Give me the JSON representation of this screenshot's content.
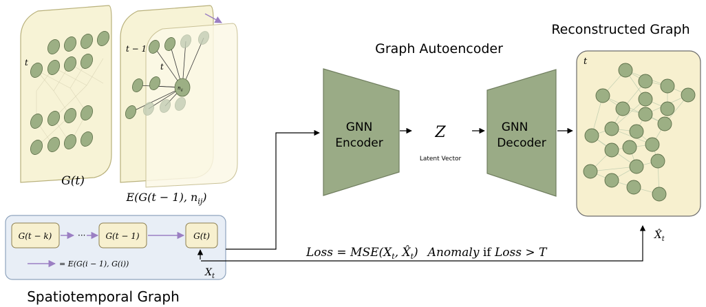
{
  "left_panel": {
    "frame_t_label": "t",
    "frame_t_caption": "G(t)",
    "frame_tm1_label": "t − 1",
    "frame_tm1_inner_label": "t",
    "node_label": "n",
    "node_label_sub": "ij",
    "frame_tm1_caption": "E(G(t − 1), n",
    "frame_tm1_caption_sub": "ij",
    "frame_tm1_caption_end": ")"
  },
  "spatiotemporal": {
    "title": "Spatiotemporal Graph",
    "box_1": "G(t − k)",
    "ellipsis": "···",
    "box_2": "G(t − 1)",
    "box_3": "G(t)",
    "legend_text": "= E(G(i − 1), G(i))",
    "input_label": "X",
    "input_label_sub": "t"
  },
  "autoencoder": {
    "title": "Graph Autoencoder",
    "encoder_line1": "GNN",
    "encoder_line2": "Encoder",
    "latent_symbol": "Z",
    "latent_caption": "Latent Vector",
    "decoder_line1": "GNN",
    "decoder_line2": "Decoder"
  },
  "reconstructed": {
    "title": "Reconstructed Graph",
    "frame_label": "t",
    "output_label": "X̂",
    "output_label_sub": "t"
  },
  "loss": {
    "loss_word": "Loss",
    "equals": " = ",
    "mse": "MSE",
    "args_open": "(X",
    "args_sub1": "t",
    "args_mid": ", X̂",
    "args_sub2": "t",
    "args_close": ")",
    "anomaly_word": "Anomaly",
    "if_word": " if ",
    "loss_word2": "Loss",
    "gt": " > ",
    "threshold": "T"
  },
  "colors": {
    "frame_fill": "#f7f3d6",
    "frame_stroke": "#b8b07a",
    "recon_fill": "#f7f0cf",
    "node_fill": "#9caf84",
    "node_stroke": "#5c6e48",
    "block_fill": "#9aab86",
    "block_stroke": "#6f7d5e",
    "st_fill": "#e8eef6",
    "st_stroke": "#8ea3bd",
    "arrow_purple": "#9b7fc3"
  }
}
